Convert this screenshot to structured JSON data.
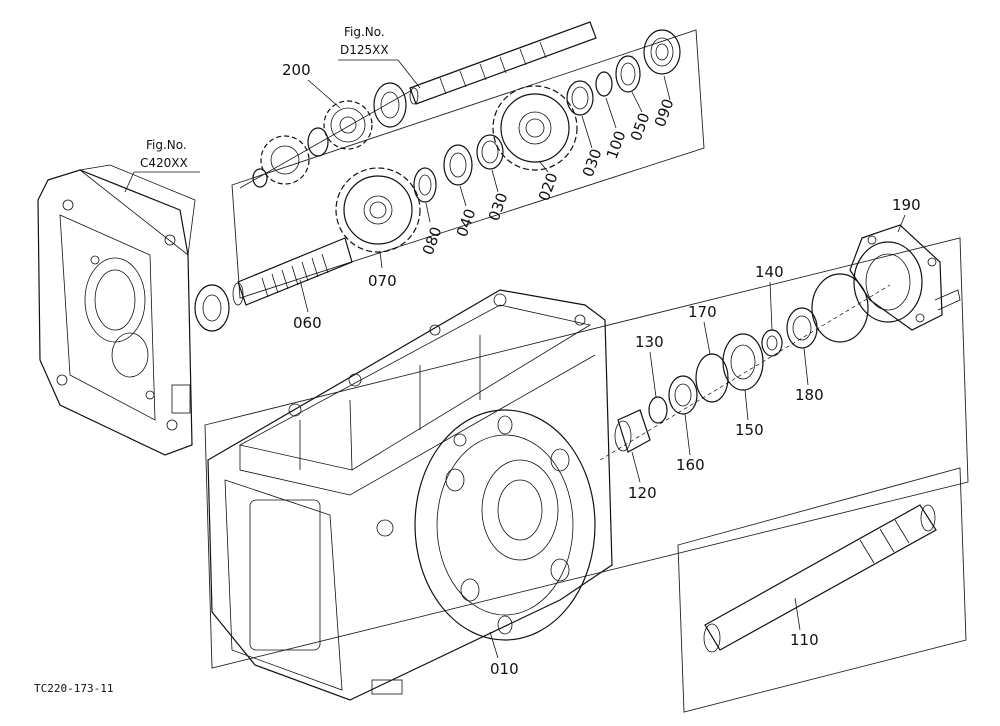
{
  "figure_refs": [
    {
      "line1": "Fig.No.",
      "line2": "D125XX"
    },
    {
      "line1": "Fig.No.",
      "line2": "C420XX"
    }
  ],
  "callouts": [
    "200",
    "090",
    "050",
    "100",
    "030",
    "020",
    "030",
    "040",
    "080",
    "070",
    "060",
    "190",
    "140",
    "170",
    "130",
    "180",
    "150",
    "160",
    "120",
    "110",
    "010"
  ],
  "drawing_number": "TC220-173-11"
}
